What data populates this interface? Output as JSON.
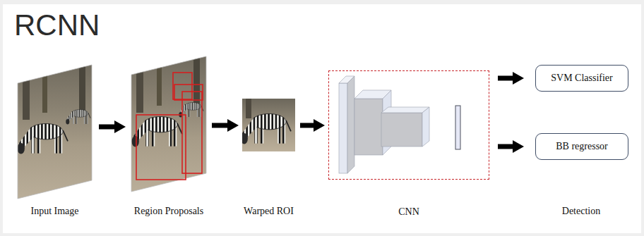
{
  "diagram": {
    "title": "RCNN",
    "nodes": [
      {
        "text": [
          "Input Image"
        ]
      },
      {
        "text": [
          "Region Proposals"
        ]
      },
      {
        "text": [
          "Warped ROI"
        ]
      },
      {
        "text": [
          "CNN"
        ]
      },
      {
        "text": [
          "SVM Classifier"
        ]
      },
      {
        "text": [
          "BB regressor"
        ]
      }
    ],
    "edges": [
      {
        "from": 0,
        "to": 1,
        "arrow": "to"
      },
      {
        "from": 1,
        "to": 2,
        "arrow": "to"
      },
      {
        "from": 2,
        "to": 3,
        "arrow": "to"
      },
      {
        "from": 3,
        "to": 4,
        "arrow": "to"
      },
      {
        "from": 3,
        "to": 5,
        "arrow": "to"
      }
    ],
    "labels": [
      "Detection"
    ]
  }
}
